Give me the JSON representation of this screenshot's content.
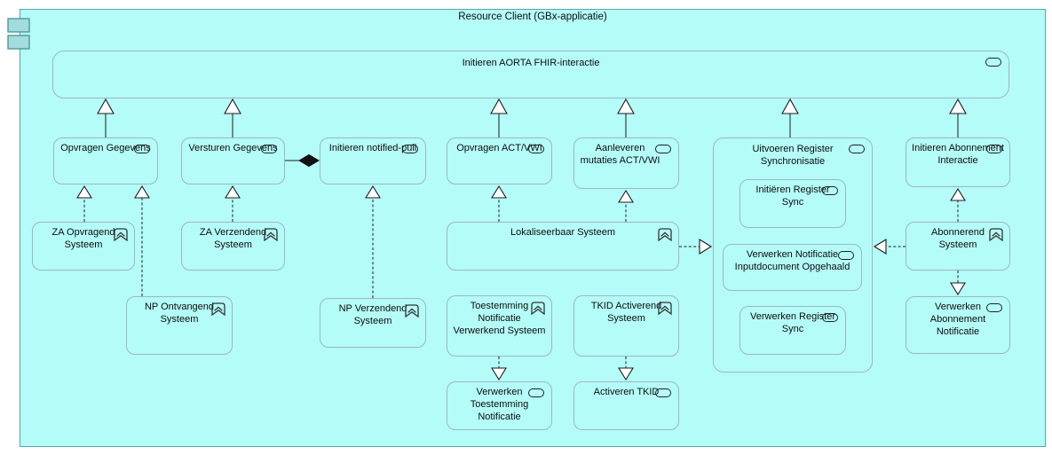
{
  "diagram": {
    "title": "Resource Client (GBx-applicatie)",
    "type_icons": [
      "uml-component-icon",
      "application-function-icon",
      "chevron-system-icon"
    ]
  },
  "colors": {
    "diagram_fill": "#b4fcf8",
    "outer_border": "#56a5a5",
    "node_border": "#9fb6c1",
    "component_icon_fill": "#a3dcdc",
    "component_icon_border": "#4d9a9a",
    "line": "#1c1c1c"
  },
  "nodes": {
    "initieren_aorta": "Initieren AORTA FHIR-interactie",
    "opvragen_gegevens": "Opvragen Gegevens",
    "versturen_gegevens": "Versturen Gegevens",
    "initieren_notified_pull": "Initieren notified-pull",
    "opvragen_act_vwi": "Opvragen ACT/VWI",
    "aanleveren_mutaties": "Aanleveren mutaties ACT/VWI",
    "uitvoeren_register_sync": "Uitvoeren Register Synchronisatie",
    "initieren_abonnement": "Initieren Abonnement Interactie",
    "initieren_register_sync": "Initiëren Register Sync",
    "verwerken_notificatie_input": "Verwerken Notificatie Inputdocument Opgehaald",
    "verwerken_register_sync": "Verwerken Register Sync",
    "za_opvragend": "ZA Opvragend Systeem",
    "za_verzendend": "ZA Verzendend Systeem",
    "np_ontvangend": "NP Ontvangend Systeem",
    "np_verzendend": "NP Verzendend Systeem",
    "lokaliseerbaar": "Lokaliseerbaar Systeem",
    "toestemming_verwerkend": "Toestemming Notificatie Verwerkend Systeem",
    "tkid_activerend": "TKID Activerend Systeem",
    "abonnerend": "Abonnerend Systeem",
    "verwerken_abonnement": "Verwerken Abonnement Notificatie",
    "verwerken_toestemming": "Verwerken Toestemming Notificatie",
    "activeren_tkid": "Activeren TKID"
  }
}
